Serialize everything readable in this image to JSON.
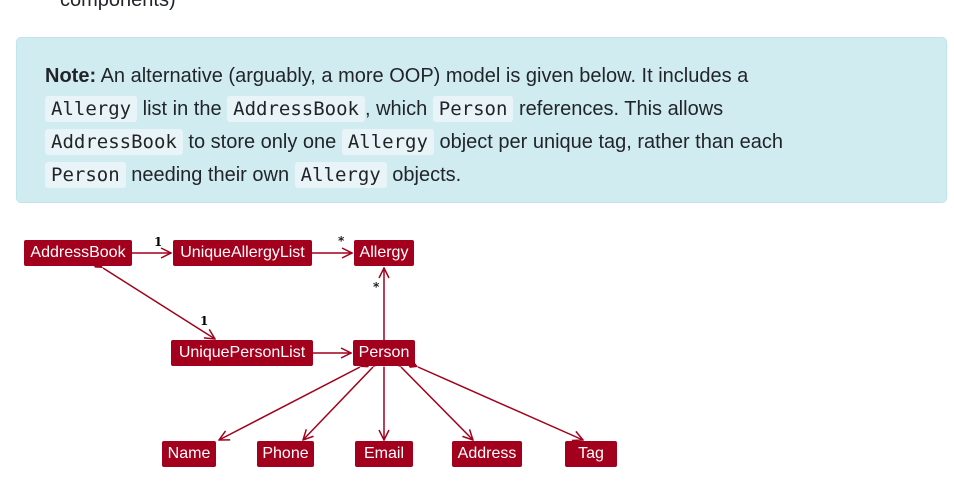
{
  "top_fragment": "components)",
  "note": {
    "label": "Note:",
    "t1": " An alternative (arguably, a more OOP) model is given below. It includes a",
    "c1": "Allergy",
    "t2": " list in the ",
    "c2": "AddressBook",
    "t3": ", which ",
    "c3": "Person",
    "t4": " references. This allows",
    "c4": "AddressBook",
    "t5": " to store only one ",
    "c5": "Allergy",
    "t6": " object per unique tag, rather than each",
    "c6": "Person",
    "t7": " needing their own ",
    "c7": "Allergy",
    "t8": " objects."
  },
  "diagram": {
    "classes": {
      "address_book": "AddressBook",
      "unique_allergy_list": "UniqueAllergyList",
      "allergy": "Allergy",
      "unique_person_list": "UniquePersonList",
      "person": "Person",
      "name": "Name",
      "phone": "Phone",
      "email": "Email",
      "address": "Address",
      "tag": "Tag"
    },
    "multiplicities": {
      "addressbook_allergylist": "1",
      "allergylist_allergy": "*",
      "person_allergy": "*",
      "addressbook_personlist": "1"
    },
    "colors": {
      "class_fill": "#a2001c",
      "line": "#a2001c"
    }
  }
}
